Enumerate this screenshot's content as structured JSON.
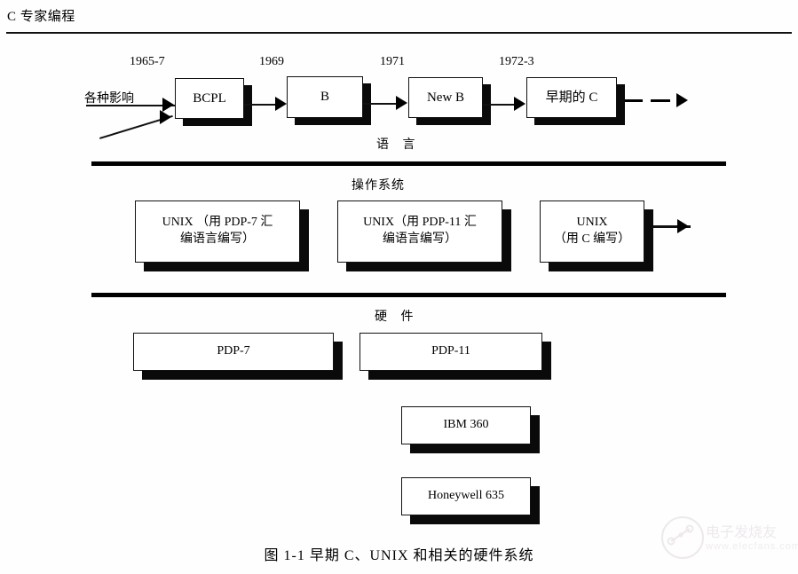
{
  "page": {
    "running_head": "C 专家编程",
    "caption": "图 1-1    早期 C、UNIX 和相关的硬件系统"
  },
  "bands": {
    "language_label": "语  言",
    "os_label": "操作系统",
    "hardware_label": "硬  件"
  },
  "influence": {
    "label": "各种影响"
  },
  "timeline": {
    "years": [
      "1965-7",
      "1969",
      "1971",
      "1972-3"
    ]
  },
  "language_boxes": [
    {
      "label": "BCPL",
      "year": "1965-7"
    },
    {
      "label": "B",
      "year": "1969"
    },
    {
      "label": "New B",
      "year": "1971"
    },
    {
      "label": "早期的 C",
      "year": "1972-3"
    }
  ],
  "os_boxes": [
    {
      "line1": "UNIX  （用 PDP-7 汇",
      "line2": "编语言编写）"
    },
    {
      "line1": "UNIX（用 PDP-11 汇",
      "line2": "编语言编写）"
    },
    {
      "line1": "UNIX",
      "line2": "（用 C 编写）"
    }
  ],
  "hardware_boxes": [
    {
      "label": "PDP-7"
    },
    {
      "label": "PDP-11"
    },
    {
      "label": "IBM 360"
    },
    {
      "label": "Honeywell 635"
    }
  ],
  "watermark": {
    "name": "电子发烧友",
    "url": "www.elecfans.com",
    "icon": "circuit-node-icon"
  },
  "colors": {
    "ink": "#111111",
    "shadow": "#0a0a0a",
    "paper": "#fefefe",
    "watermark": "#cbb7c7"
  }
}
